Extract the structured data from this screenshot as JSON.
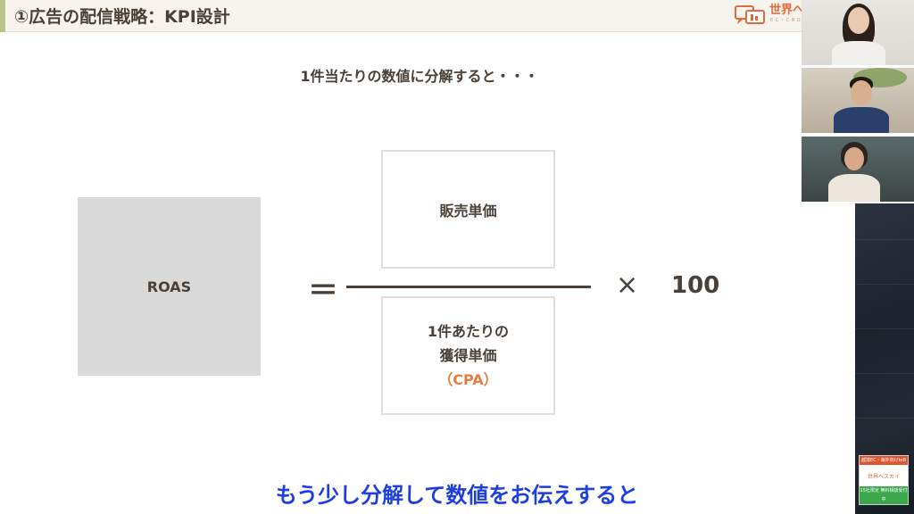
{
  "header": {
    "title": "①広告の配信戦略：KPI設計",
    "logo_text": "世界へ",
    "logo_sub": "ＥＣ・ＣＲＯＳＳ"
  },
  "slide": {
    "subtitle": "1件当たりの数値に分解すると・・・",
    "roas_label": "ROAS",
    "equals": "＝",
    "numerator": "販売単価",
    "denominator_line1": "1件あたりの",
    "denominator_line2": "獲得単価",
    "denominator_cpa": "（CPA）",
    "times": "×",
    "multiplier": "100"
  },
  "participants": [
    {
      "name": "",
      "hair": "#2a211b",
      "skin": "#e9c9b0",
      "shirt": "#f2f0ec"
    },
    {
      "name": "",
      "hair": "#1e1a18",
      "skin": "#d9b08f",
      "shirt": "#2a3f6c"
    },
    {
      "name": "",
      "hair": "#2f2520",
      "skin": "#d7a98a",
      "shirt": "#ece6dc"
    }
  ],
  "ad_banner": {
    "top": "越境EC・海外向けtoB",
    "logo": "世界へスカイ",
    "bottom": "15社限定 無料相談受付中"
  },
  "caption": "もう少し分解して数値をお伝えすると",
  "colors": {
    "accent_orange": "#e87c3e",
    "caption_blue": "#1d3ee0",
    "text_brown": "#4a4037",
    "roas_gray": "#d9d9d9"
  }
}
